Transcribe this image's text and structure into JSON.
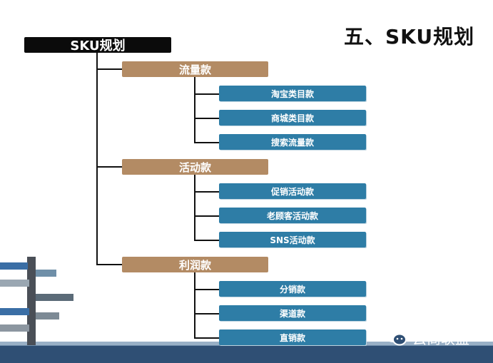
{
  "title": "五、SKU规划",
  "root": {
    "label": "SKU规划"
  },
  "categories": [
    {
      "label": "流量款",
      "items": [
        "淘宝类目款",
        "商城类目款",
        "搜索流量款"
      ]
    },
    {
      "label": "活动款",
      "items": [
        "促销活动款",
        "老顾客活动款",
        "SNS活动款"
      ]
    },
    {
      "label": "利润款",
      "items": [
        "分销款",
        "渠道款",
        "直销款"
      ]
    }
  ],
  "watermark": {
    "text": "云商联盟",
    "icon": "wechat-icon"
  },
  "colors": {
    "root": "#0b0b0b",
    "category": "#b38b64",
    "item": "#2e7da6",
    "band": "#2f4f74"
  }
}
